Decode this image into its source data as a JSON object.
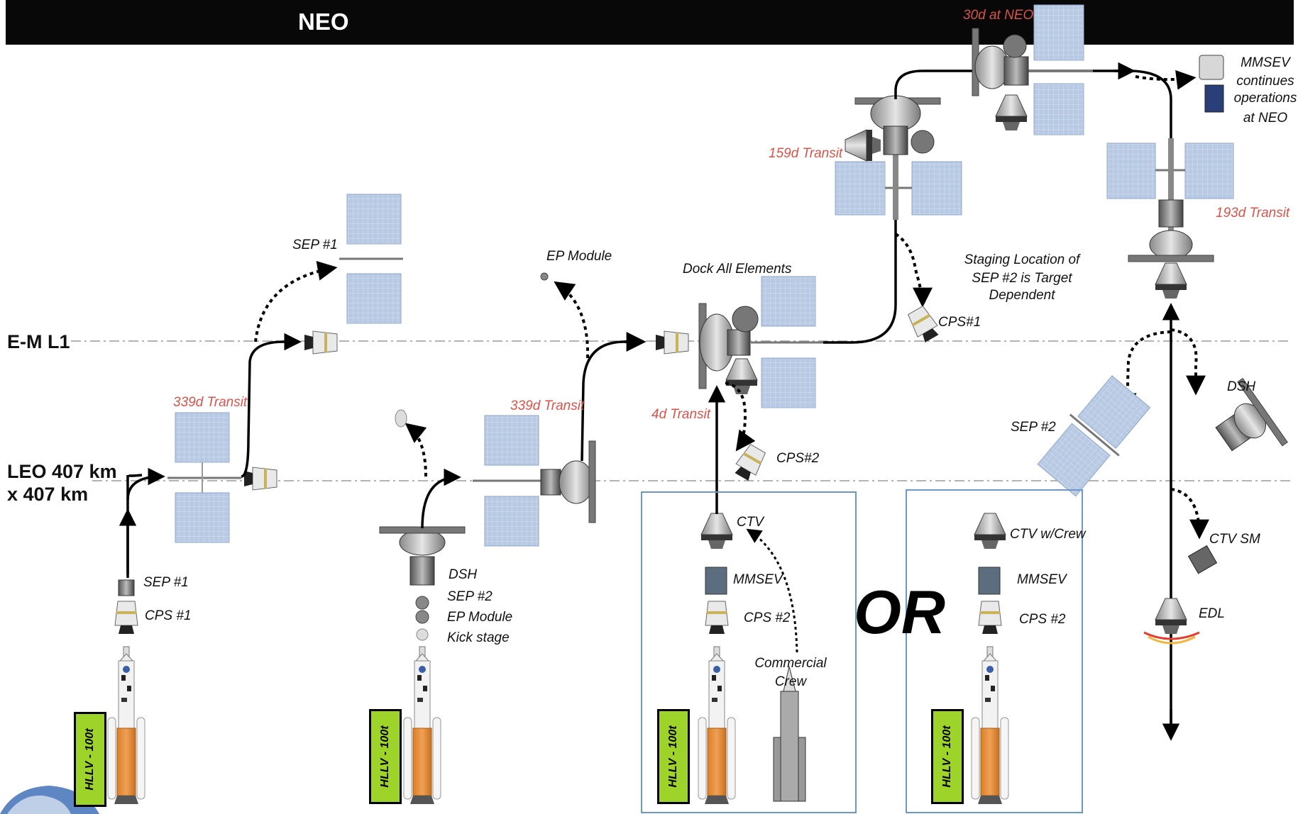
{
  "header": {
    "title": "NEO"
  },
  "orbits": {
    "eml1": "E-M L1",
    "leo_line1": "LEO 407 km",
    "leo_line2": "x 407 km"
  },
  "labels": {
    "sep1_top": "SEP  #1",
    "sep1_stack": "SEP  #1",
    "cps1_stack": "CPS #1",
    "transit_339_a": "339d Transit",
    "transit_339_b": "339d Transit",
    "ep_module_top": "EP Module",
    "dsh_stack": "DSH",
    "sep2_stack": "SEP #2",
    "ep_module_stack": "EP Module",
    "kick_stage": "Kick stage",
    "dock_all": "Dock All Elements",
    "transit_4": "4d Transit",
    "cps2_release": "CPS#2",
    "ctv": "CTV",
    "mmsev_a": "MMSEV",
    "cps2_a": "CPS #2",
    "commercial_line1": "Commercial",
    "commercial_line2": "Crew",
    "ctv_crew": "CTV w/Crew",
    "mmsev_b": "MMSEV",
    "cps2_b": "CPS #2",
    "or": "OR",
    "transit_159": "159d Transit",
    "at_neo_30": "30d at NEO",
    "cps1_release": "CPS#1",
    "staging_line1": "Staging Location of",
    "staging_line2": "SEP #2 is Target",
    "staging_line3": "Dependent",
    "mmsev_line1": "MMSEV",
    "mmsev_line2": "continues",
    "mmsev_line3": "operations",
    "mmsev_line4": "at NEO",
    "transit_193": "193d Transit",
    "dsh_release": "DSH",
    "sep2_release": "SEP #2",
    "ctv_sm": "CTV SM",
    "edl": "EDL"
  },
  "launch_vehicle": {
    "label": "HLLV - 100t"
  },
  "colors": {
    "accent_red": "#d9534a",
    "hllv_green": "#9ed42a",
    "solar_panel": "#b7c9e3",
    "box_border": "#6b98c8",
    "rocket_orange": "#e98a3a"
  }
}
